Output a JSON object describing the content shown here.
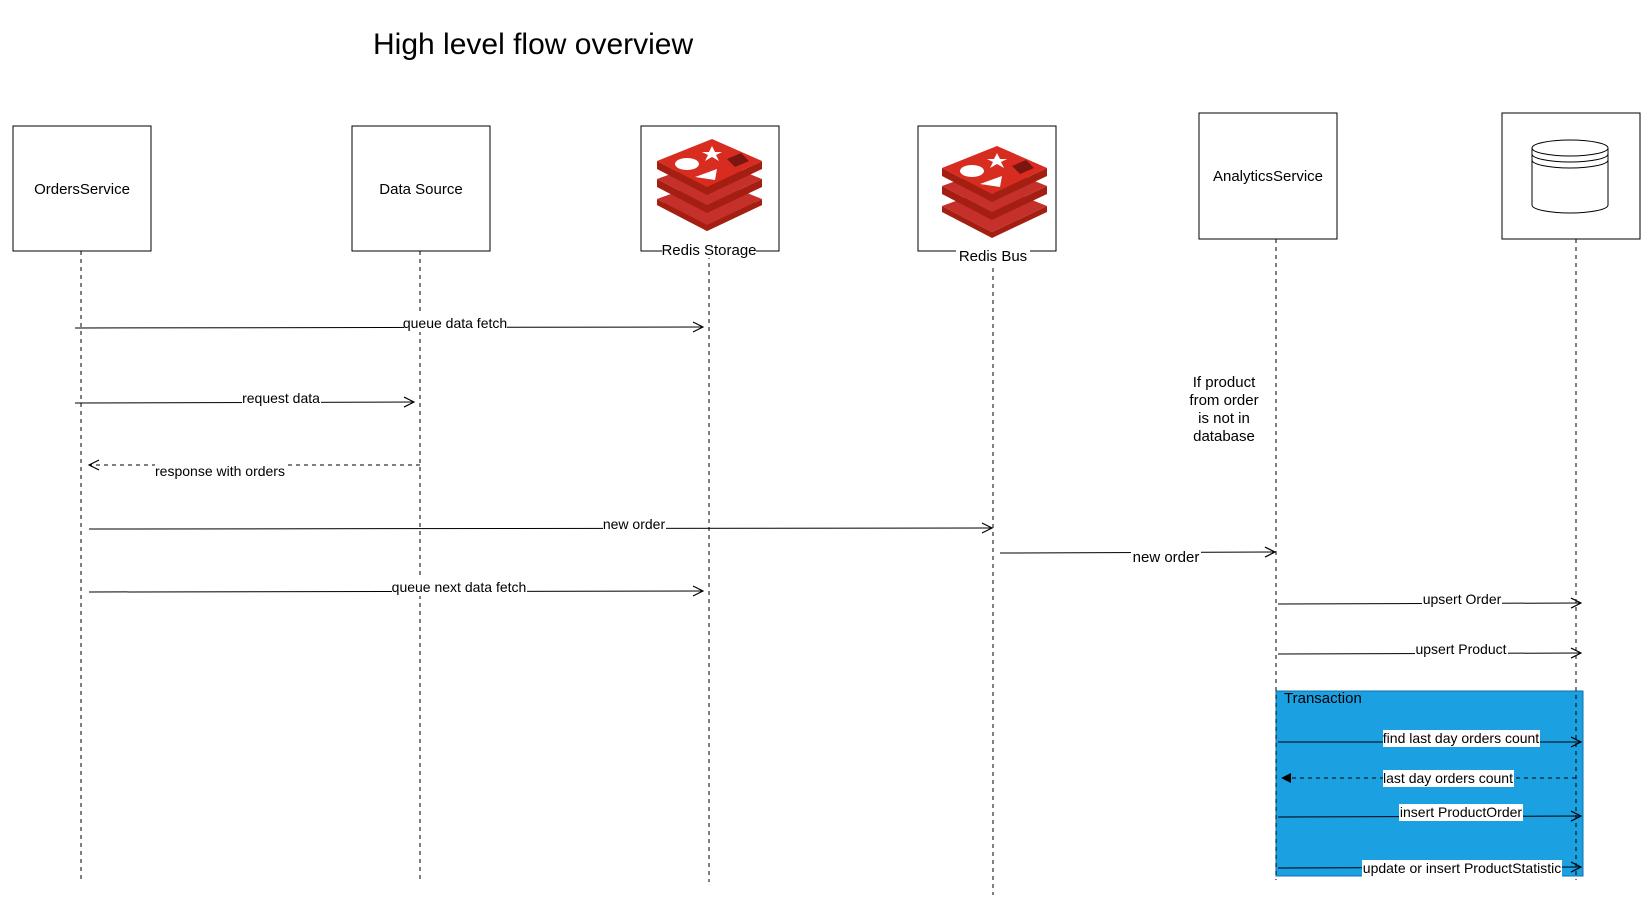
{
  "title": "High level flow overview",
  "participants": {
    "orders": "OrdersService",
    "datasource": "Data Source",
    "redis_storage": "Redis Storage",
    "redis_bus": "Redis Bus",
    "analytics": "AnalyticsService",
    "database_icon": "database-cylinder-icon"
  },
  "messages": {
    "queue_data_fetch": "queue data fetch",
    "request_data": "request data",
    "response_with_orders": "response with orders",
    "new_order_1": "new order",
    "new_order_2": "new order",
    "queue_next_data_fetch": "queue next data fetch",
    "upsert_order": "upsert Order",
    "upsert_product": "upsert Product",
    "find_last_day": "find last day orders count",
    "last_day_count": "last day orders count",
    "insert_product_order": "insert ProductOrder",
    "update_product_statistic": "update or insert ProductStatistic"
  },
  "note": {
    "lines": [
      "If product",
      "from order",
      "is not in",
      "database"
    ]
  },
  "transaction": {
    "label": "Transaction",
    "color": "#1ba1e2"
  },
  "colors": {
    "redis_red": "#c6302b",
    "redis_dark": "#a41e11",
    "line": "#000000"
  }
}
